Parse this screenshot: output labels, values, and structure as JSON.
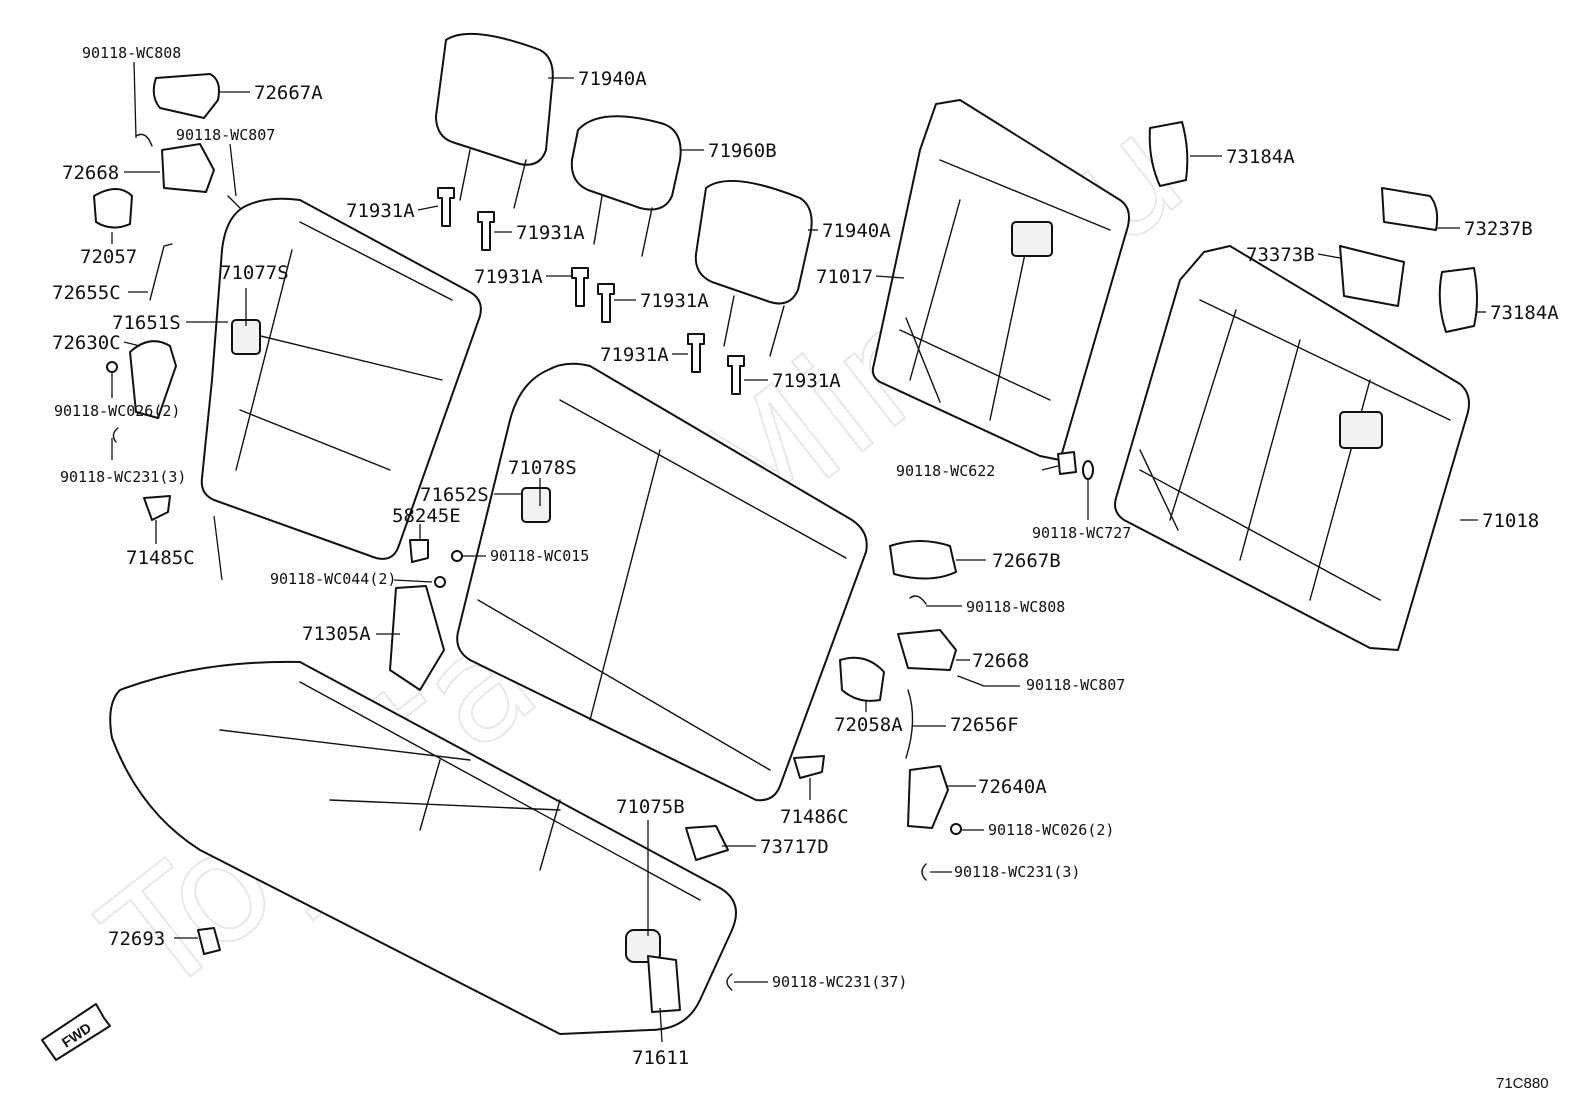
{
  "watermark": "ToyotaCarMine.ru",
  "diagram_code": "71C880",
  "fwd_label": "FWD",
  "labels": {
    "p90118_wc808_a": "90118-WC808",
    "p72667A": "72667A",
    "p90118_wc807_a": "90118-WC807",
    "p72668_a": "72668",
    "p72057": "72057",
    "p72655C": "72655C",
    "p71077S": "71077S",
    "p71651S": "71651S",
    "p72630C": "72630C",
    "p90118_wc026_a": "90118-WC026(2)",
    "p90118_wc231_a": "90118-WC231(3)",
    "p71485C": "71485C",
    "p71940A_a": "71940A",
    "p71960B": "71960B",
    "p71940A_b": "71940A",
    "p71931A_1": "71931A",
    "p71931A_2": "71931A",
    "p71931A_3": "71931A",
    "p71931A_4": "71931A",
    "p71931A_5": "71931A",
    "p71931A_6": "71931A",
    "p71017": "71017",
    "p73184A_a": "73184A",
    "p73237B": "73237B",
    "p73373B": "73373B",
    "p73184A_b": "73184A",
    "p71078S": "71078S",
    "p71652S": "71652S",
    "p58245E": "58245E",
    "p90118_wc015": "90118-WC015",
    "p90118_wc044": "90118-WC044(2)",
    "p71305A": "71305A",
    "p90118_wc622": "90118-WC622",
    "p90118_wc727": "90118-WC727",
    "p71018": "71018",
    "p72667B": "72667B",
    "p90118_wc808_b": "90118-WC808",
    "p72668_b": "72668",
    "p90118_wc807_b": "90118-WC807",
    "p72058A": "72058A",
    "p72656F": "72656F",
    "p72640A": "72640A",
    "p90118_wc026_b": "90118-WC026(2)",
    "p90118_wc231_b": "90118-WC231(3)",
    "p71486C": "71486C",
    "p71075B": "71075B",
    "p73717D": "73717D",
    "p72693": "72693",
    "p90118_wc231_c": "90118-WC231(37)",
    "p71611": "71611"
  }
}
